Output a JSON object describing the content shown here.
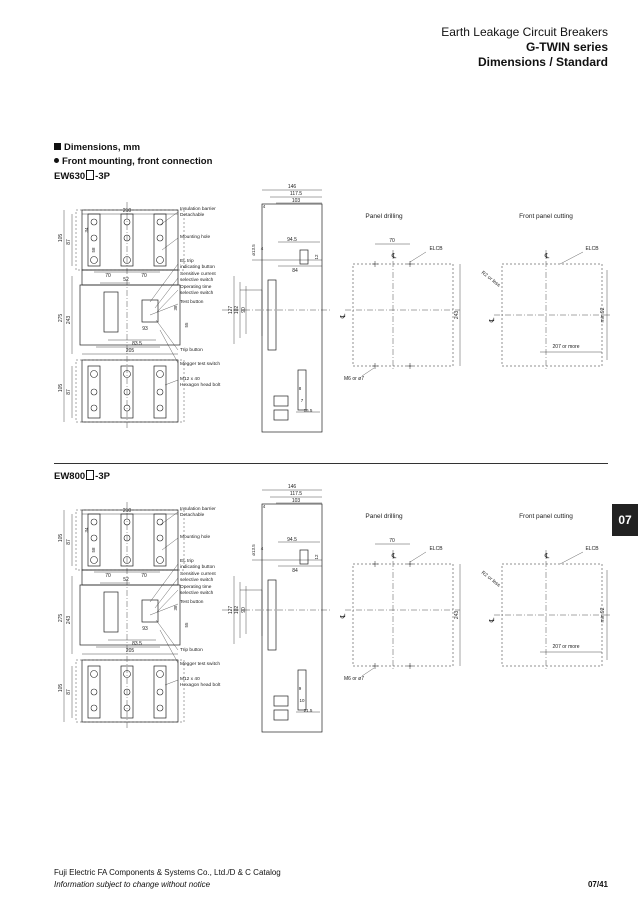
{
  "header": {
    "line1": "Earth Leakage Circuit Breakers",
    "line2": "G-TWIN series",
    "line3": "Dimensions / Standard"
  },
  "section": {
    "heading": "Dimensions, mm",
    "subheading": "Front mounting, front connection"
  },
  "tab_label": "07",
  "figures": [
    {
      "model_prefix": "EW630",
      "model_suffix": "-3P",
      "front": {
        "top_width": "210",
        "pole_pitch_a": "70",
        "pole_pitch_b": "70",
        "w_d": "93",
        "w_e": "83.5",
        "w_f": "205",
        "h_top": "105",
        "h_top_inner": "87",
        "h_top_sub": "34",
        "h_top_sub2": "58",
        "h_total": "275",
        "h_mid": "243",
        "h_bot": "105",
        "h_bot_inner": "87",
        "small_dim": "38",
        "small_dim2": "55",
        "callouts": [
          "Insulation barrier",
          "Detachable",
          "Mounting hole",
          "EL trip",
          "indicating button",
          "Sensitive current",
          "selective switch",
          "Operating time",
          "selective switch",
          "Test button",
          "Trip button",
          "Megger test switch",
          "M12 x 40",
          "Hexagon head bolt"
        ]
      },
      "side": {
        "d_total": "146",
        "d_a": "117.5",
        "d_b": "103",
        "d_c": "94.5",
        "d_d": "84",
        "d_e": "4",
        "diam": "ø13.5",
        "h_a": "127",
        "h_b": "102",
        "h_c": "90",
        "t_a": "12",
        "t_b": "7",
        "t_c": "16.5",
        "t_d": "8"
      },
      "panel": {
        "title": "Panel drilling",
        "w": "70",
        "h": "243",
        "elcb": "ELCB",
        "cl": "℄",
        "screw": "M6 or ø7"
      },
      "cut": {
        "title": "Front panel cutting",
        "elcb": "ELCB",
        "cl": "℄",
        "radius": "R2 or less",
        "w": "207 or more",
        "h": "min.92"
      }
    },
    {
      "model_prefix": "EW800",
      "model_suffix": "-3P",
      "front": {
        "top_width": "210",
        "pole_pitch_a": "70",
        "pole_pitch_b": "70",
        "w_d": "93",
        "w_e": "83.5",
        "w_f": "205",
        "h_top": "105",
        "h_top_inner": "87",
        "h_top_sub": "34",
        "h_top_sub2": "58",
        "h_total": "275",
        "h_mid": "243",
        "h_bot": "105",
        "h_bot_inner": "87",
        "small_dim": "38",
        "small_dim2": "55",
        "callouts": [
          "Insulation barrier",
          "Detachable",
          "Mounting hole",
          "EL trip",
          "indicating button",
          "Sensitive current",
          "selective switch",
          "Operating time",
          "selective switch",
          "Test button",
          "Trip button",
          "Megger test switch",
          "M12 x 40",
          "Hexagon head bolt"
        ]
      },
      "side": {
        "d_total": "146",
        "d_a": "117.5",
        "d_b": "103",
        "d_c": "94.5",
        "d_d": "84",
        "d_e": "4",
        "diam": "ø13.5",
        "h_a": "127",
        "h_b": "102",
        "h_c": "90",
        "t_a": "12",
        "t_b": "10",
        "t_c": "21.5",
        "t_d": "9"
      },
      "panel": {
        "title": "Panel drilling",
        "w": "70",
        "h": "243",
        "elcb": "ELCB",
        "cl": "℄",
        "screw": "M6 or ø7"
      },
      "cut": {
        "title": "Front panel cutting",
        "elcb": "ELCB",
        "cl": "℄",
        "radius": "R2 or less",
        "w": "207 or more",
        "h": "min.92"
      }
    }
  ],
  "footer": {
    "company": "Fuji Electric FA Components & Systems Co., Ltd./D & C Catalog",
    "notice": "Information subject to change without notice",
    "page": "07/41"
  }
}
